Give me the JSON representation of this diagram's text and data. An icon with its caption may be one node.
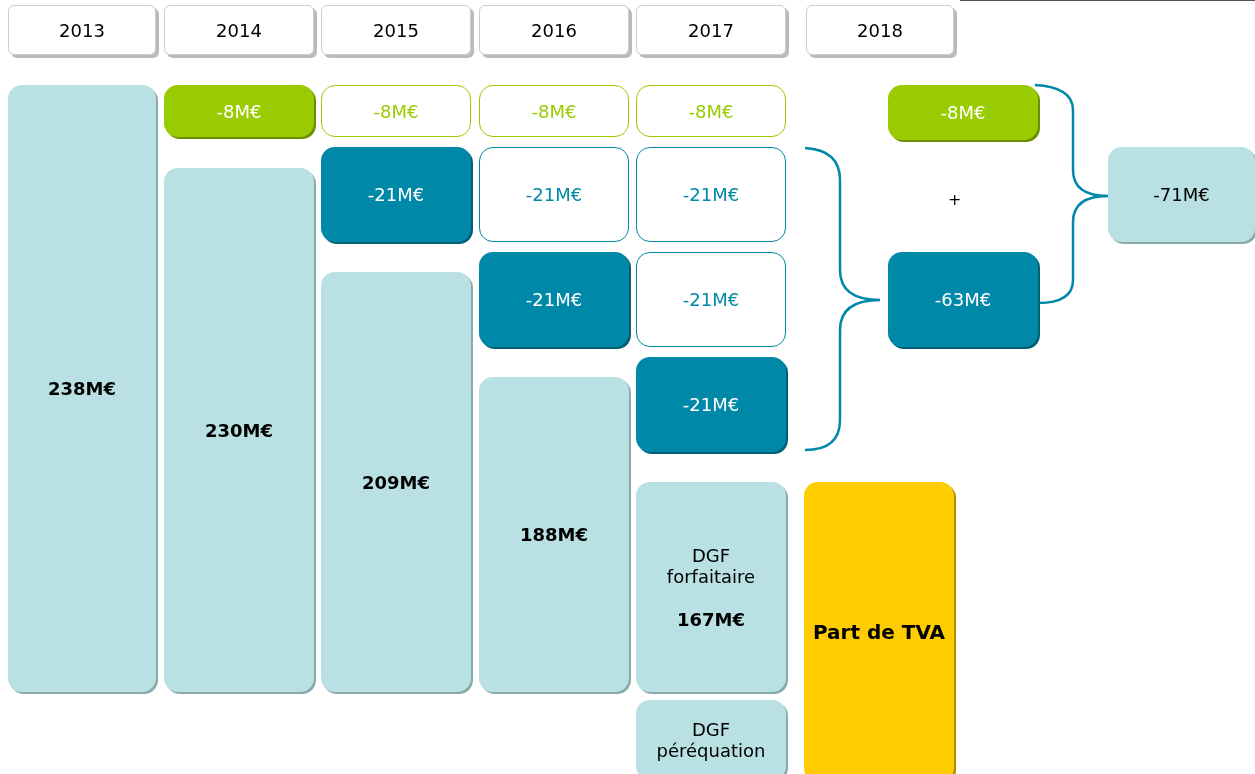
{
  "diagram": {
    "nodes": [
      {
        "text": [
          "2013"
        ]
      },
      {
        "text": [
          "2014"
        ]
      },
      {
        "text": [
          "2015"
        ]
      },
      {
        "text": [
          "2016"
        ]
      },
      {
        "text": [
          "2017"
        ]
      },
      {
        "text": [
          "2018"
        ]
      },
      {
        "text": [
          "238M€"
        ]
      },
      {
        "text": [
          "-8M€"
        ]
      },
      {
        "text": [
          "230M€"
        ]
      },
      {
        "text": [
          "-8M€"
        ]
      },
      {
        "text": [
          "-21M€"
        ]
      },
      {
        "text": [
          "209M€"
        ]
      },
      {
        "text": [
          "-8M€"
        ]
      },
      {
        "text": [
          "-21M€"
        ]
      },
      {
        "text": [
          "-21M€"
        ]
      },
      {
        "text": [
          "188M€"
        ]
      },
      {
        "text": [
          "-8M€"
        ]
      },
      {
        "text": [
          "-21M€"
        ]
      },
      {
        "text": [
          "-21M€"
        ]
      },
      {
        "text": [
          "-21M€"
        ]
      },
      {
        "text": [
          "DGF forfaitaire",
          "167M€"
        ]
      },
      {
        "text": [
          "DGF péréquation"
        ]
      },
      {
        "text": [
          "-8M€"
        ]
      },
      {
        "text": [
          "-63M€"
        ]
      },
      {
        "text": [
          "-71M€"
        ]
      },
      {
        "text": [
          "Part de TVA"
        ]
      }
    ],
    "labels": [
      "+"
    ]
  }
}
